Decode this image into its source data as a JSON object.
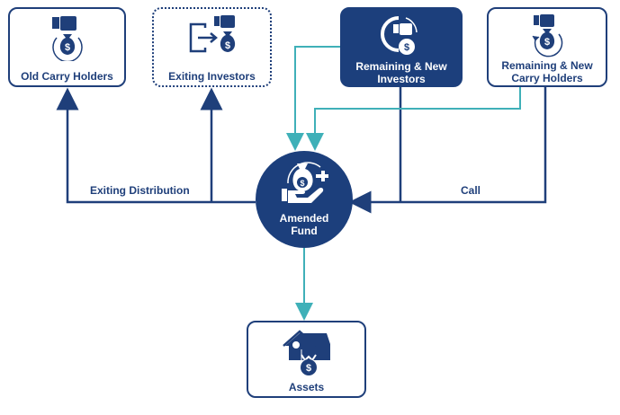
{
  "nodes": {
    "old_carry": {
      "label": "Old Carry Holders",
      "icon": "hand-money-bag-icon"
    },
    "exiting_investors": {
      "label": "Exiting Investors",
      "icon": "exit-money-bag-icon"
    },
    "remaining_investors": {
      "label_line1": "Remaining & New",
      "label_line2": "Investors",
      "icon": "cycle-hand-money-icon"
    },
    "remaining_carry": {
      "label_line1": "Remaining & New",
      "label_line2": "Carry Holders",
      "icon": "hand-money-bag-cycle-icon"
    },
    "amended_fund": {
      "label_line1": "Amended",
      "label_line2": "Fund",
      "icon": "hand-money-bag-plus-icon"
    },
    "assets": {
      "label": "Assets",
      "icon": "house-money-bag-icon"
    }
  },
  "edges": {
    "exiting_distribution": "Exiting Distribution",
    "call": "Call"
  },
  "colors": {
    "navy": "#1f3f7a",
    "teal": "#3fb0b8"
  }
}
